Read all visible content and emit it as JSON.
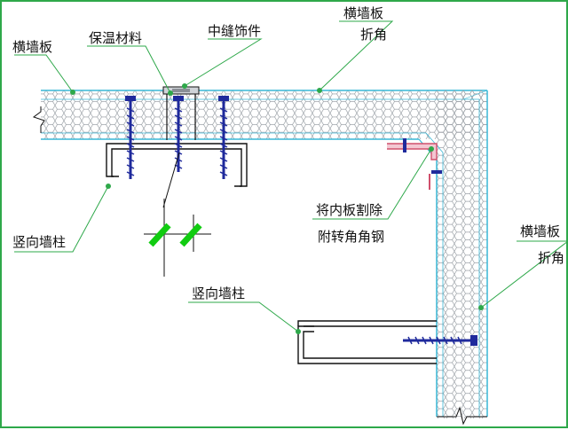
{
  "labels": {
    "wall_panel_left": "横墙板",
    "insulation": "保温材料",
    "seam_trim": "中缝饰件",
    "wall_panel_top": "横墙板",
    "corner_top": "折角",
    "column_left": "竖向墙柱",
    "inner_board_1": "将内板割除",
    "inner_board_2": "附转角角钢",
    "wall_panel_right": "横墙板",
    "corner_right": "折角",
    "column_bottom": "竖向墙柱"
  },
  "colors": {
    "frame": "#2ea84a",
    "leader": "#2ea84a",
    "panel_edge": "#39b7d6",
    "honeycomb": "#9aa0a6",
    "steel": "#111111",
    "bolt": "#1f2a9c",
    "angle_steel": "#d0506c",
    "break_mark": "#11cc11"
  }
}
